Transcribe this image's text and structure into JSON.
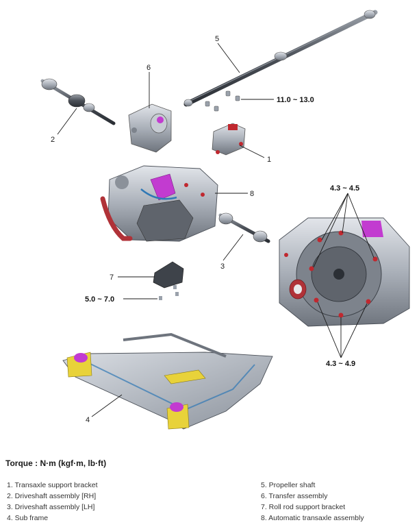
{
  "callouts": {
    "c1": "1",
    "c2": "2",
    "c3": "3",
    "c4": "4",
    "c5": "5",
    "c6": "6",
    "c7": "7",
    "c8": "8"
  },
  "torque_values": {
    "propeller_bolts": "11.0 ~ 13.0",
    "roll_rod_bolts": "5.0 ~ 7.0",
    "transaxle_upper": "4.3 ~ 4.5",
    "transaxle_lower": "4.3 ~ 4.9"
  },
  "torque_heading": "Torque : N·m (kgf·m, lb·ft)",
  "legend_left": [
    "1. Transaxle support bracket",
    "2. Driveshaft assembly [RH]",
    "3. Driveshaft assembly [LH]",
    "4. Sub frame"
  ],
  "legend_right": [
    "5. Propeller shaft",
    "6. Transfer assembly",
    "7. Roll rod support bracket",
    "8. Automatic transaxle assembly"
  ],
  "colors": {
    "metal": "#b9bec6",
    "metal_dark": "#6b7079",
    "accent_magenta": "#c23bd0",
    "accent_red": "#c0282f",
    "accent_blue": "#2f78b5",
    "accent_yellow": "#e8d23a"
  }
}
